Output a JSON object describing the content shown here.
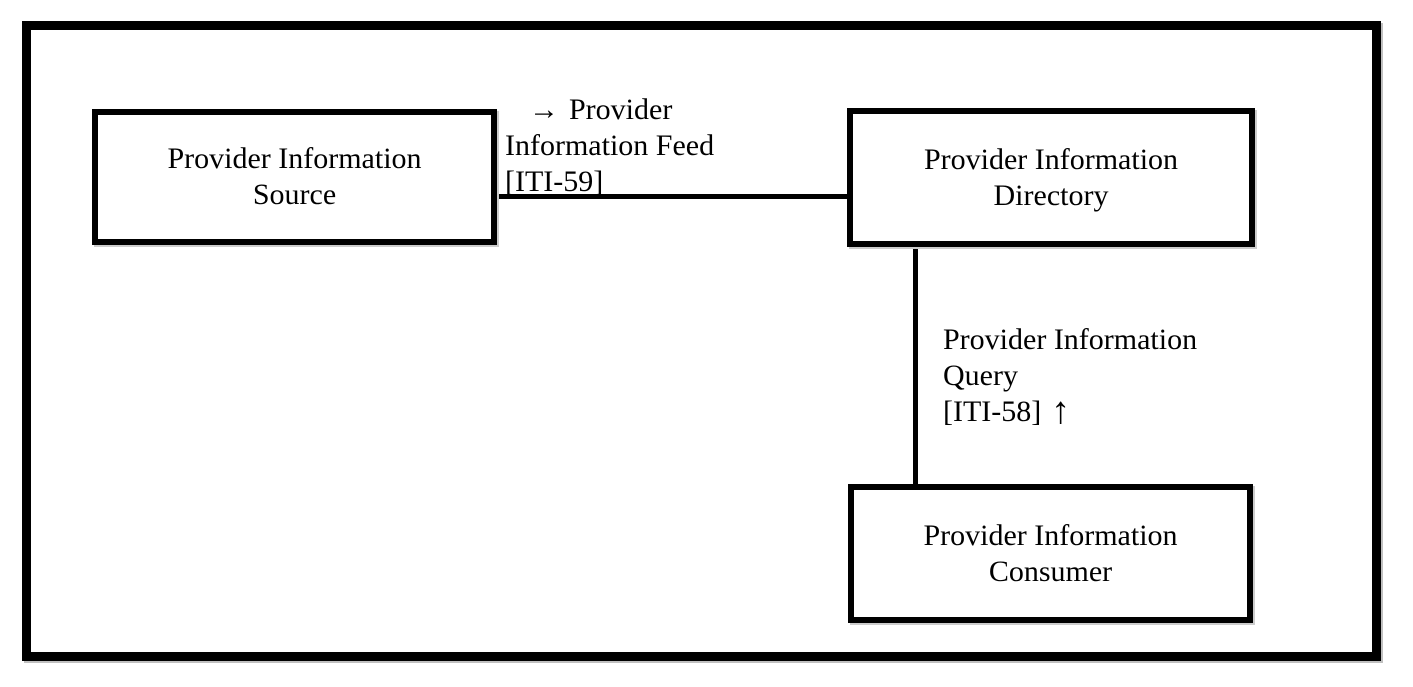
{
  "diagram": {
    "type": "actor-transaction-diagram",
    "background_color": "#ffffff",
    "line_color": "#000000",
    "text_color": "#000000",
    "actors": {
      "source": {
        "line1": "Provider Information",
        "line2": "Source"
      },
      "directory": {
        "line1": "Provider Information",
        "line2": "Directory"
      },
      "consumer": {
        "line1": "Provider Information",
        "line2": "Consumer"
      }
    },
    "transactions": {
      "feed": {
        "arrow": "→",
        "line1": "Provider",
        "line2": "Information Feed",
        "line3": "[ITI-59]"
      },
      "query": {
        "line1": "Provider Information",
        "line2": "Query",
        "line3": "[ITI-58]",
        "arrow": "↑"
      }
    }
  }
}
